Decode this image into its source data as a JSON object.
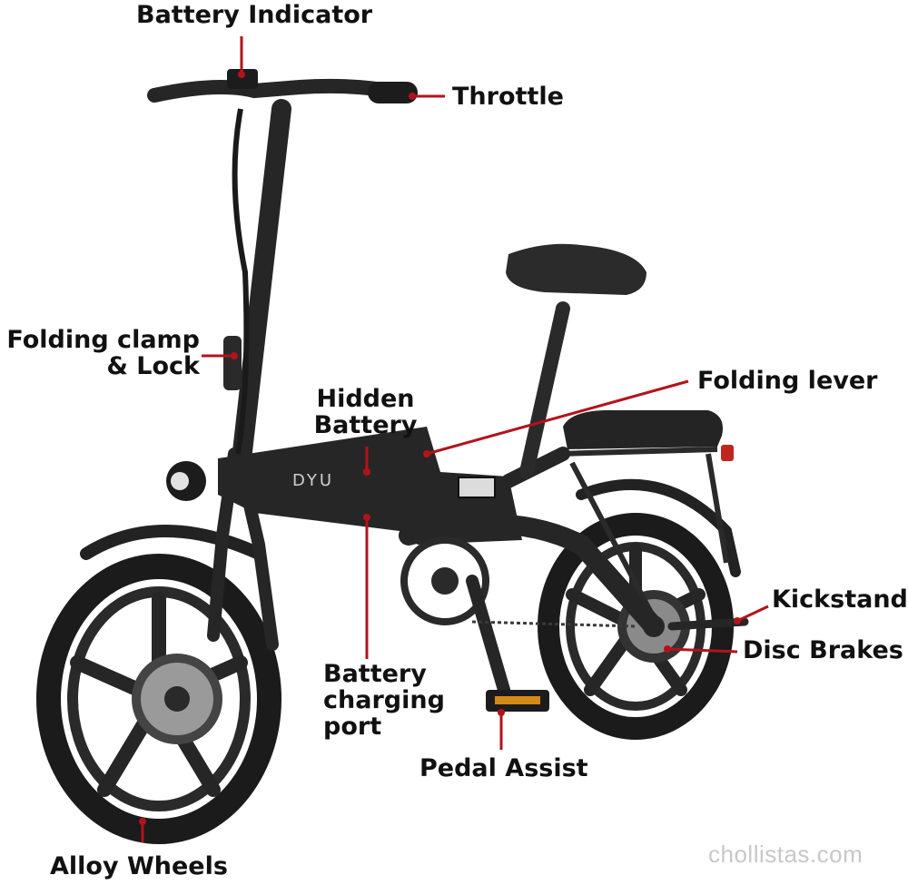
{
  "labels": {
    "battery_indicator": "Battery Indicator",
    "throttle": "Throttle",
    "folding_clamp": "Folding clamp\n& Lock",
    "folding_lever": "Folding lever",
    "hidden_battery": "Hidden\nBattery",
    "kickstand": "Kickstand",
    "disc_brakes": "Disc Brakes",
    "battery_charging_port": "Battery\ncharging\nport",
    "pedal_assist": "Pedal Assist",
    "alloy_wheels": "Alloy Wheels"
  },
  "frame_logo": "DYU",
  "watermark": "chollistas.com",
  "colors": {
    "leader_line": "#b4121b",
    "frame": "#1f1f1f",
    "background": "#ffffff"
  }
}
